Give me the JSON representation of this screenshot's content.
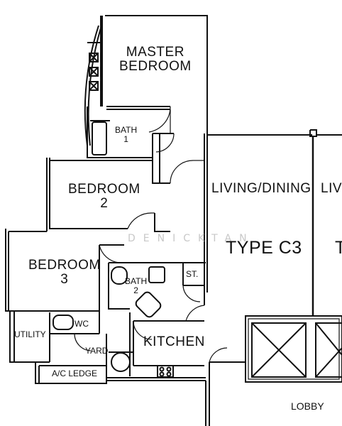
{
  "labels": {
    "master_bedroom": "MASTER\nBEDROOM",
    "bath1": "BATH\n1",
    "bedroom2": "BEDROOM\n2",
    "living_dining": "LIVING/DINING",
    "living_partial": "LIV",
    "type_c3": "TYPE C3",
    "type_partial": "T",
    "bedroom3": "BEDROOM\n3",
    "bath2": "BATH\n2",
    "store": "ST.",
    "wc": "WC",
    "utility": "UTILITY",
    "yard": "YARD",
    "kitchen": "KITCHEN",
    "ac_ledge": "A/C LEDGE",
    "lobby": "LOBBY",
    "watermark": "DENICKTAN"
  },
  "colors": {
    "ink": "#111111",
    "watermark": "#c8c8c8",
    "background": "#ffffff"
  }
}
